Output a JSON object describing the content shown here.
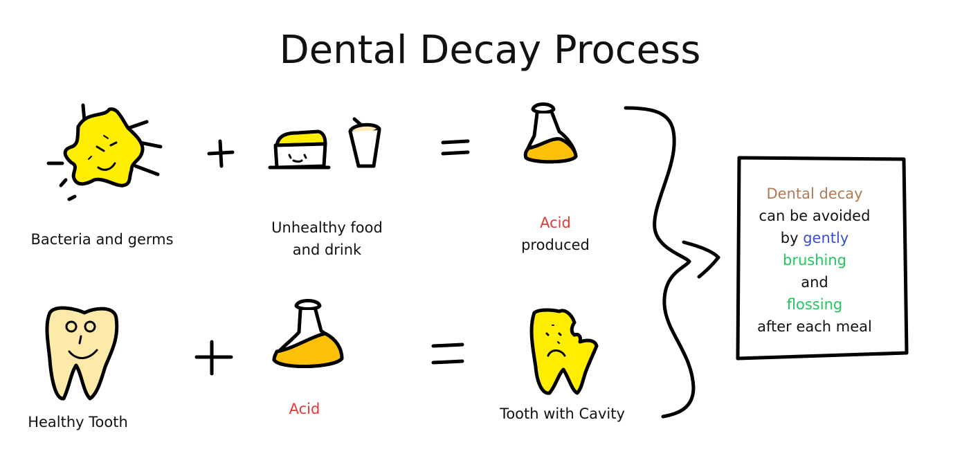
{
  "title": "Dental Decay Process",
  "row1": {
    "bacteria_label": "Bacteria and germs",
    "plus": "+",
    "food_label_line1": "Unhealthy food",
    "food_label_line2": "and drink",
    "equals": "=",
    "acid_label_line1": "Acid",
    "acid_label_line2": "produced"
  },
  "row2": {
    "tooth_label": "Healthy Tooth",
    "plus": "+",
    "acid_label": "Acid",
    "equals": "=",
    "cavity_label": "Tooth with Cavity"
  },
  "tip_box": {
    "line1": "Dental decay",
    "line2": "can be avoided",
    "line3_prefix": "by",
    "line3_highlight": "gently",
    "line4": "brushing",
    "line5": "and",
    "line6": "flossing",
    "line7": "after each meal"
  },
  "colors": {
    "accent_red": "#e53935",
    "decay_brown": "#b07a55",
    "gently_blue": "#3a4fd0",
    "action_green": "#22c55e",
    "bacteria_yellow": "#ffee00",
    "acid_orange": "#ffc107",
    "tooth_cream": "#fde9a8"
  },
  "icons": [
    "bacteria-icon",
    "food-container-icon",
    "drink-cup-icon",
    "acid-flask-icon",
    "healthy-tooth-icon",
    "cavity-tooth-icon",
    "curly-brace-icon",
    "arrow-icon"
  ]
}
